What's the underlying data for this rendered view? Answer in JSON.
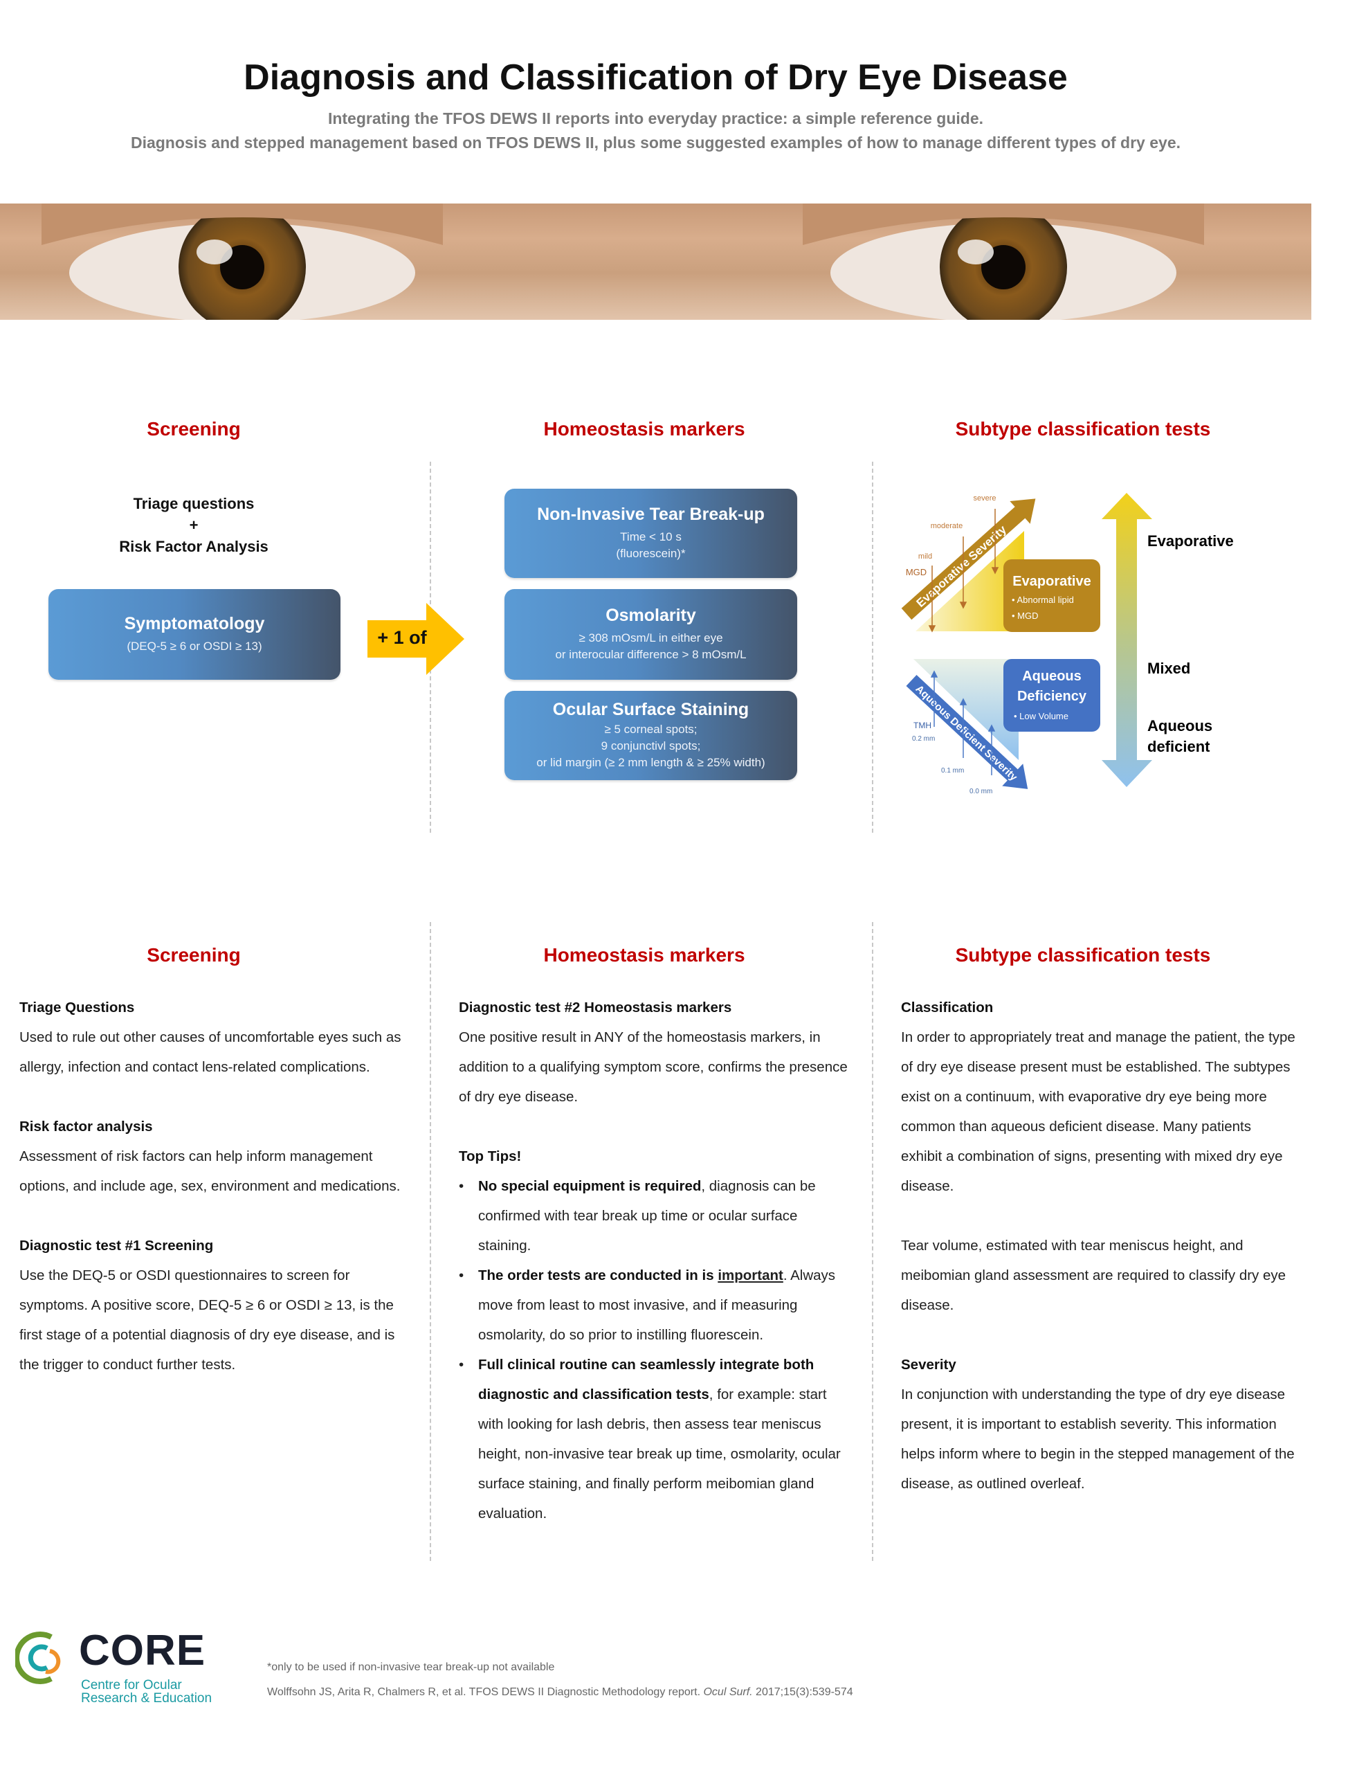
{
  "header": {
    "title": "Diagnosis and Classification of Dry Eye Disease",
    "subtitle_1": "Integrating the TFOS DEWS II reports into everyday practice: a simple reference guide.",
    "subtitle_2": "Diagnosis and stepped management based on TFOS DEWS II, plus some suggested examples of how to manage different types of dry eye."
  },
  "flow": {
    "screening_title": "Screening",
    "homeostasis_title": "Homeostasis markers",
    "subtype_title": "Subtype classification tests",
    "triage_line1": "Triage questions",
    "triage_plus": "+",
    "triage_line2": "Risk Factor Analysis",
    "symptom_box": {
      "title": "Symptomatology",
      "detail": "(DEQ-5 ≥ 6 or OSDI ≥ 13)"
    },
    "arrow_label": "+ 1 of",
    "markers": [
      {
        "title": "Non-Invasive Tear Break-up",
        "lines": [
          "Time < 10 s",
          "(fluorescein)*"
        ]
      },
      {
        "title": "Osmolarity",
        "lines": [
          "≥ 308 mOsm/L in either eye",
          "or interocular difference > 8 mOsm/L"
        ]
      },
      {
        "title": "Ocular Surface Staining",
        "lines": [
          "≥ 5 corneal spots;",
          "9 conjunctivl spots;",
          "or lid margin (≥ 2 mm length & ≥ 25% width)"
        ]
      }
    ],
    "diagram": {
      "evap_arrow": "Evaporative Severity",
      "aq_arrow": "Aqueous Deficient Severity",
      "severe": "severe",
      "moderate": "moderate",
      "mild": "mild",
      "mgd": "MGD",
      "tmh": "TMH",
      "tmh_02": "0.2 mm",
      "tmh_01": "0.1 mm",
      "tmh_00": "0.0 mm",
      "evap_box_title": "Evaporative",
      "evap_box_items": [
        "Abnormal lipid",
        "MGD"
      ],
      "aq_box_title_1": "Aqueous",
      "aq_box_title_2": "Deficiency",
      "aq_box_items": [
        "Low Volume"
      ],
      "scale_top": "Evaporative",
      "scale_mid": "Mixed",
      "scale_bot_1": "Aqueous",
      "scale_bot_2": "deficient",
      "colors": {
        "evap": "#b8861e",
        "aq": "#4472c4",
        "yellow": "#f2d01a",
        "lightblue": "#8fc1ee"
      }
    }
  },
  "details": {
    "screening_title": "Screening",
    "homeostasis_title": "Homeostasis markers",
    "subtype_title": "Subtype classification tests",
    "col1": {
      "h1": "Triage Questions",
      "p1": "Used to rule out other causes of uncomfortable eyes such as allergy, infection and contact lens-related complications.",
      "h2": "Risk factor analysis",
      "p2": "Assessment of risk factors can help inform management options, and include age, sex, environment and medications.",
      "h3": "Diagnostic test #1 Screening",
      "p3": "Use the DEQ-5 or OSDI questionnaires to screen for symptoms. A positive score, DEQ-5 ≥ 6 or OSDI ≥ 13, is the first stage of a potential diagnosis of dry eye disease, and is the trigger to conduct further tests."
    },
    "col2": {
      "h1": "Diagnostic test #2 Homeostasis markers",
      "p1": "One positive result in ANY of the homeostasis markers, in addition to a qualifying symptom score, confirms the presence of dry eye disease.",
      "h2": "Top Tips!",
      "tip1_bold": "No special equipment is required",
      "tip1_rest": ", diagnosis can be confirmed with tear break up time or ocular surface staining.",
      "tip2_bold": "The order tests are conducted in is ",
      "tip2_underline": "important",
      "tip2_rest": ". Always move from least to most invasive, and if measuring osmolarity, do so prior to instilling fluorescein.",
      "tip3_bold": "Full clinical routine can seamlessly integrate both diagnostic and classification tests",
      "tip3_rest": ", for example: start with looking for lash debris, then assess tear meniscus height, non-invasive tear break up time, osmolarity, ocular surface staining, and finally perform meibomian gland evaluation."
    },
    "col3": {
      "h1": "Classification",
      "p1": "In order to appropriately treat and manage the patient, the type of dry eye disease present must be established. The subtypes exist on a continuum, with evaporative dry eye being more common than aqueous deficient disease. Many patients exhibit a combination of signs, presenting with mixed dry eye disease.",
      "p2": "Tear volume, estimated with tear meniscus height, and meibomian gland assessment are required to classify dry eye disease.",
      "h2": "Severity",
      "p3": "In conjunction with understanding the type of dry eye disease present, it is important to establish severity. This information helps inform where to begin in the stepped management of the disease, as outlined overleaf."
    }
  },
  "footer": {
    "logo_name": "CORE",
    "logo_sub_1": "Centre for Ocular",
    "logo_sub_2": "Research & Education",
    "note": "*only to be used if non-invasive tear break-up not available",
    "reference_main": "Wolffsohn JS, Arita R, Chalmers R, et al. TFOS DEWS II Diagnostic Methodology report. ",
    "reference_journal": "Ocul Surf.",
    "reference_end": " 2017;15(3):539-574"
  }
}
